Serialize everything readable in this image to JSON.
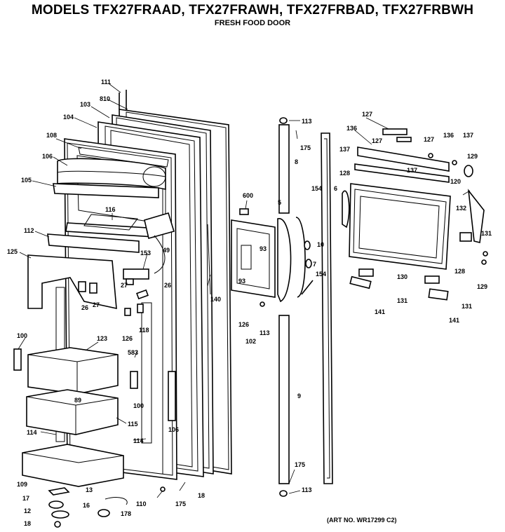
{
  "header": {
    "title": "MODELS TFX27FRAAD, TFX27FRAWH, TFX27FRBAD, TFX27FRBWH",
    "subtitle": "FRESH FOOD DOOR"
  },
  "footer": {
    "art_number": "(ART NO. WR17299 C2)"
  },
  "labels": [
    {
      "id": "l111",
      "text": "111"
    },
    {
      "id": "l810",
      "text": "810"
    },
    {
      "id": "l103",
      "text": "103"
    },
    {
      "id": "l104",
      "text": "104"
    },
    {
      "id": "l108",
      "text": "108"
    },
    {
      "id": "l106",
      "text": "106"
    },
    {
      "id": "l105",
      "text": "105"
    },
    {
      "id": "l116",
      "text": "116"
    },
    {
      "id": "l112",
      "text": "112"
    },
    {
      "id": "l125",
      "text": "125"
    },
    {
      "id": "l153",
      "text": "153"
    },
    {
      "id": "l49",
      "text": "49"
    },
    {
      "id": "l27a",
      "text": "27"
    },
    {
      "id": "l26a",
      "text": "26"
    },
    {
      "id": "l26b",
      "text": "26"
    },
    {
      "id": "l27b",
      "text": "27"
    },
    {
      "id": "l140",
      "text": "140"
    },
    {
      "id": "l126a",
      "text": "126"
    },
    {
      "id": "l118",
      "text": "118"
    },
    {
      "id": "l583",
      "text": "583"
    },
    {
      "id": "l123",
      "text": "123"
    },
    {
      "id": "l100a",
      "text": "100"
    },
    {
      "id": "l100b",
      "text": "100"
    },
    {
      "id": "l89",
      "text": "89"
    },
    {
      "id": "l115",
      "text": "115"
    },
    {
      "id": "l114a",
      "text": "114"
    },
    {
      "id": "l114b",
      "text": "114"
    },
    {
      "id": "l106b",
      "text": "106"
    },
    {
      "id": "l109",
      "text": "109"
    },
    {
      "id": "l13",
      "text": "13"
    },
    {
      "id": "l17",
      "text": "17"
    },
    {
      "id": "l16",
      "text": "16"
    },
    {
      "id": "l12",
      "text": "12"
    },
    {
      "id": "l18",
      "text": "18"
    },
    {
      "id": "l178",
      "text": "178"
    },
    {
      "id": "l110",
      "text": "110"
    },
    {
      "id": "l175a",
      "text": "175"
    },
    {
      "id": "l18b",
      "text": "18"
    },
    {
      "id": "l113a",
      "text": "113"
    },
    {
      "id": "l175b",
      "text": "175"
    },
    {
      "id": "l8a",
      "text": "8"
    },
    {
      "id": "l600",
      "text": "600"
    },
    {
      "id": "l5",
      "text": "5"
    },
    {
      "id": "l154a",
      "text": "154"
    },
    {
      "id": "l6",
      "text": "6"
    },
    {
      "id": "l93a",
      "text": "93"
    },
    {
      "id": "l93b",
      "text": "93"
    },
    {
      "id": "l10",
      "text": "10"
    },
    {
      "id": "l7",
      "text": "7"
    },
    {
      "id": "l154b",
      "text": "154"
    },
    {
      "id": "l126b",
      "text": "126"
    },
    {
      "id": "l102",
      "text": "102"
    },
    {
      "id": "l113b",
      "text": "113"
    },
    {
      "id": "l9",
      "text": "9"
    },
    {
      "id": "l175c",
      "text": "175"
    },
    {
      "id": "l113c",
      "text": "113"
    },
    {
      "id": "l127a",
      "text": "127"
    },
    {
      "id": "l136a",
      "text": "136"
    },
    {
      "id": "l127b",
      "text": "127"
    },
    {
      "id": "l127c",
      "text": "127"
    },
    {
      "id": "l136b",
      "text": "136"
    },
    {
      "id": "l137a",
      "text": "137"
    },
    {
      "id": "l137b",
      "text": "137"
    },
    {
      "id": "l137c",
      "text": "137"
    },
    {
      "id": "l129a",
      "text": "129"
    },
    {
      "id": "l128a",
      "text": "128"
    },
    {
      "id": "l120",
      "text": "120"
    },
    {
      "id": "l132",
      "text": "132"
    },
    {
      "id": "l131a",
      "text": "131"
    },
    {
      "id": "l128b",
      "text": "128"
    },
    {
      "id": "l129b",
      "text": "129"
    },
    {
      "id": "l130",
      "text": "130"
    },
    {
      "id": "l131b",
      "text": "131"
    },
    {
      "id": "l131c",
      "text": "131"
    },
    {
      "id": "l141a",
      "text": "141"
    },
    {
      "id": "l141b",
      "text": "141"
    }
  ]
}
